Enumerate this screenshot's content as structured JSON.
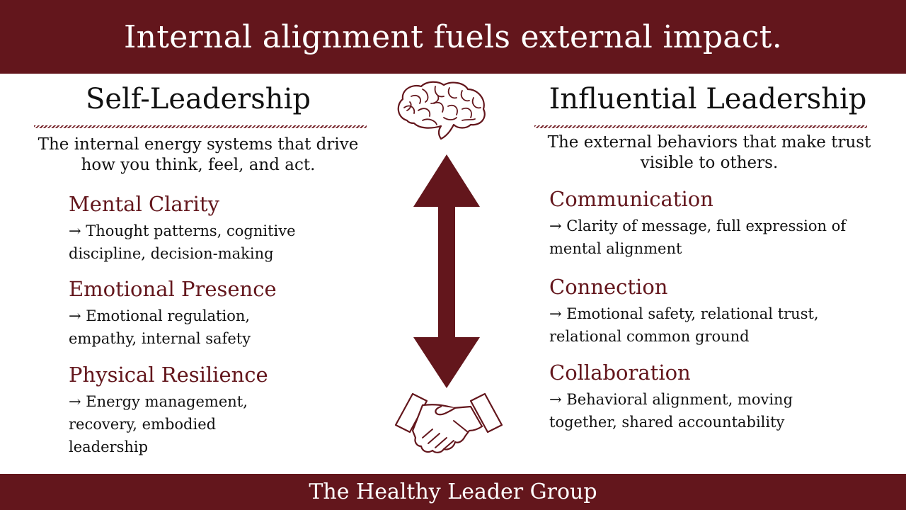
{
  "header": {
    "title": "Internal alignment fuels external impact."
  },
  "left": {
    "title": "Self-Leadership",
    "description": "The internal energy systems that drive how you think, feel, and act.",
    "items": [
      {
        "title": "Mental Clarity",
        "description": "→ Thought patterns, cognitive discipline, decision-making"
      },
      {
        "title": "Emotional Presence",
        "description": "→ Emotional regulation, empathy, internal safety"
      },
      {
        "title": "Physical Resilience",
        "description": "→ Energy management, recovery,  embodied leadership"
      }
    ]
  },
  "right": {
    "title": "Influential Leadership",
    "description": "The external behaviors that make trust visible to others.",
    "items": [
      {
        "title": "Communication",
        "description": "→ Clarity of message, full expression of mental alignment"
      },
      {
        "title": "Connection",
        "description": "→ Emotional safety, relational trust, relational common ground"
      },
      {
        "title": "Collaboration",
        "description": "→ Behavioral alignment, moving together,  shared accountability"
      }
    ]
  },
  "icons": {
    "top": "brain-icon",
    "bottom": "handshake-icon",
    "middle": "double-arrow-icon"
  },
  "colors": {
    "brand": "#63161c",
    "text": "#111111",
    "background": "#ffffff"
  },
  "footer": {
    "text": "The Healthy Leader Group"
  }
}
